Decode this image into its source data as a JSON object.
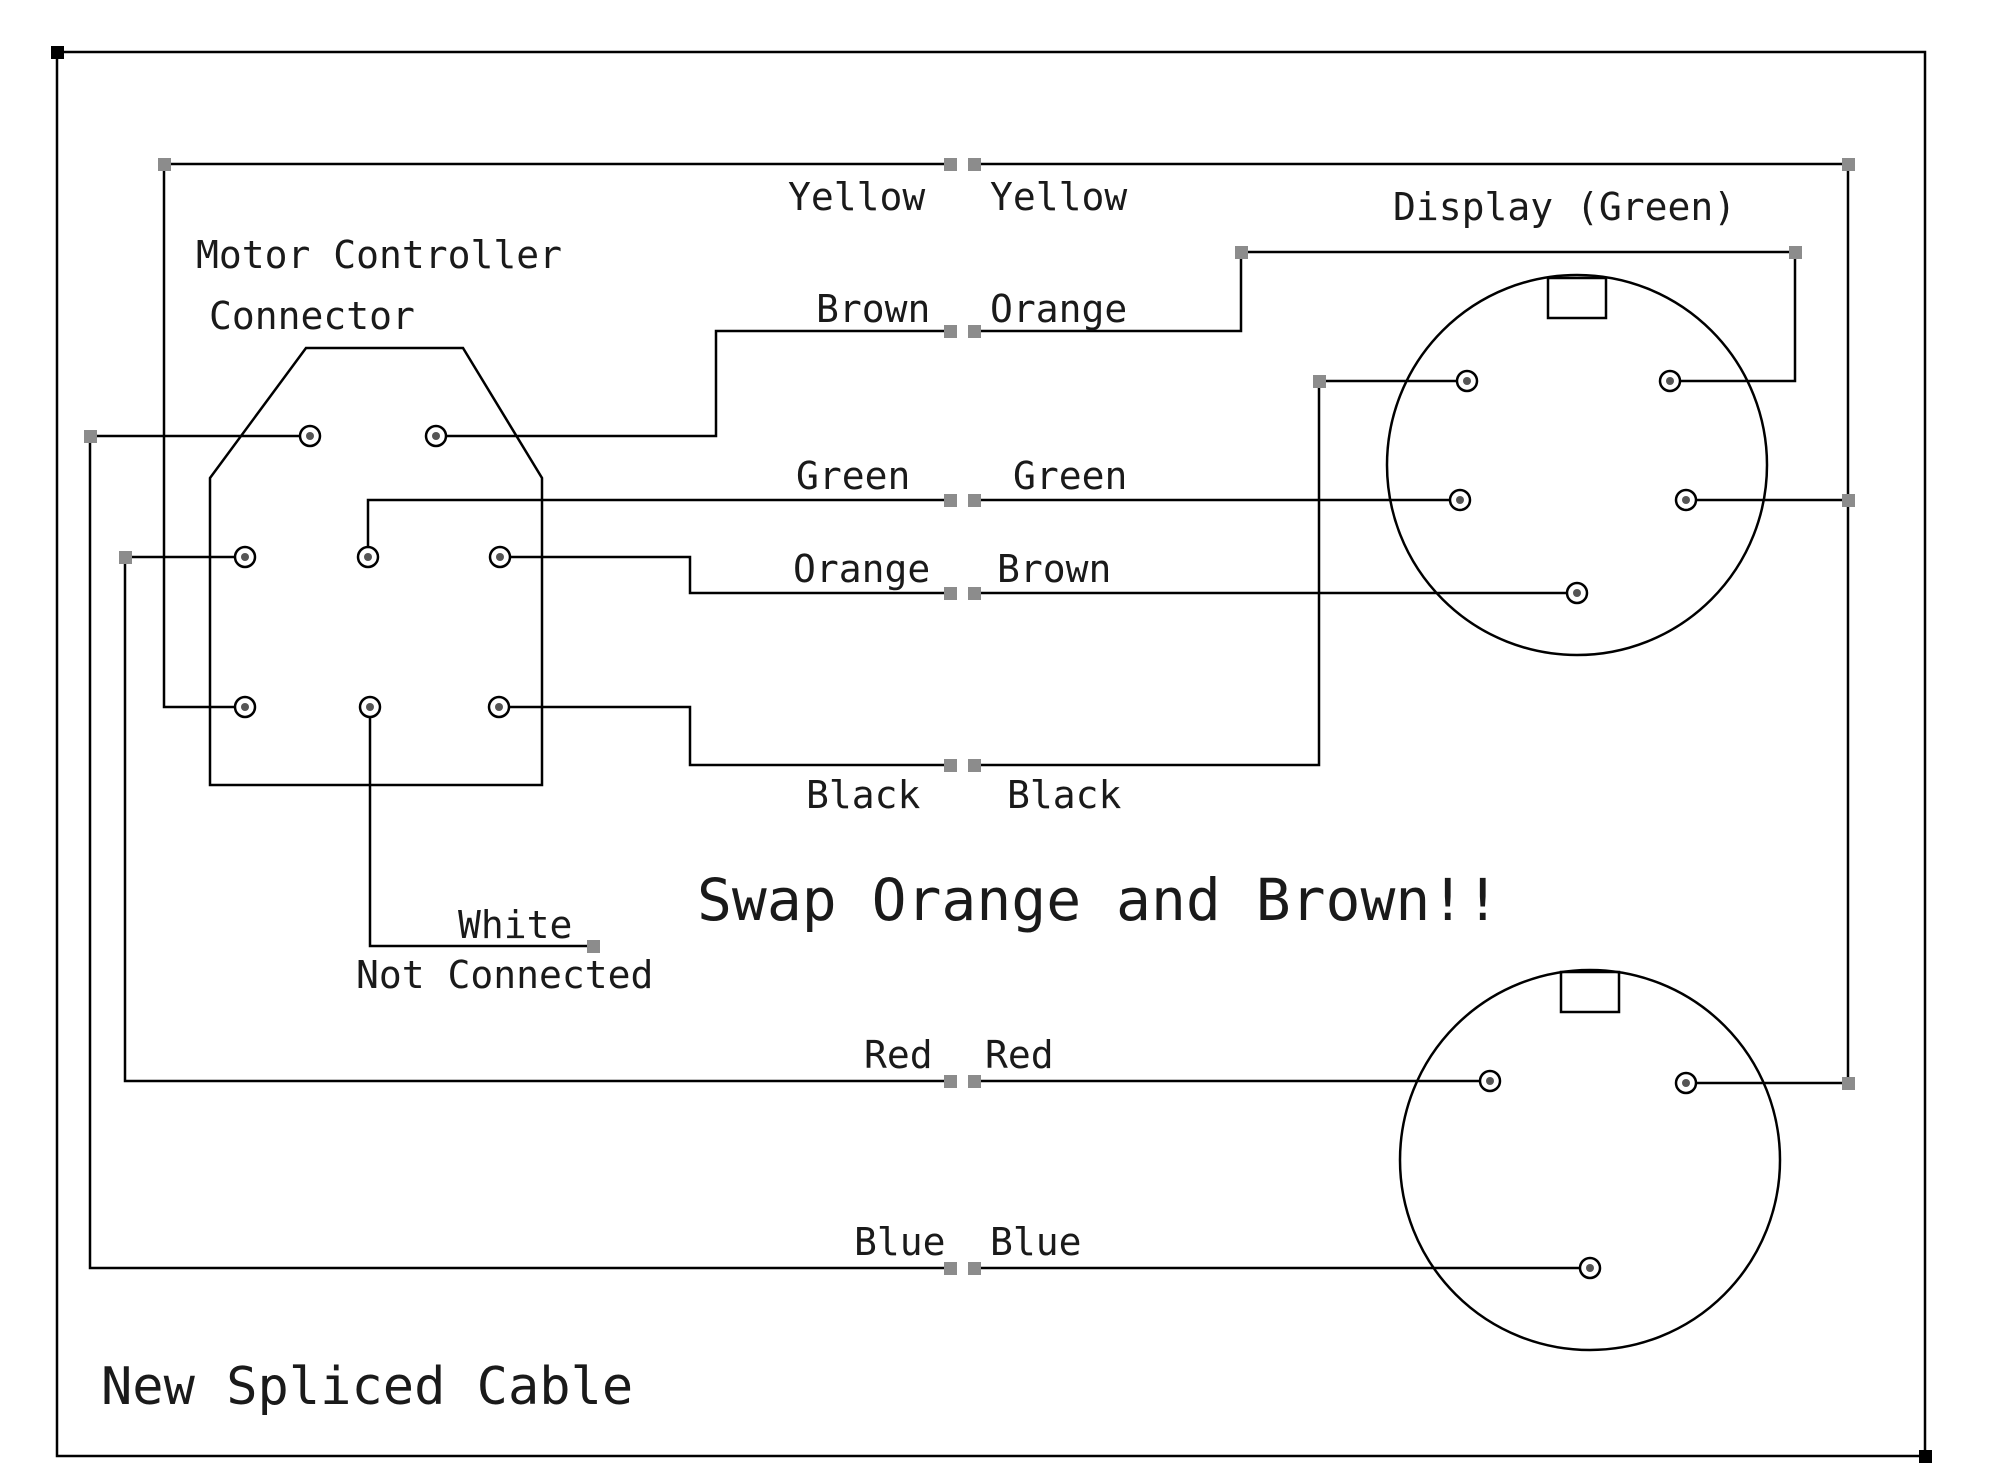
{
  "diagram": {
    "background": "#ffffff",
    "line_color": "#000000",
    "node_color": "#8c8c8c",
    "title": "New Spliced Cable",
    "annotation": "Swap Orange and Brown!!",
    "motor_connector": {
      "label_line1": "Motor Controller",
      "label_line2": "Connector"
    },
    "display_connector": {
      "label": "Display (Green)"
    },
    "unconnected_wire": {
      "note_line1": "White",
      "note_line2": "Not Connected"
    },
    "wires": [
      {
        "left_label": "Yellow",
        "right_label": "Yellow"
      },
      {
        "left_label": "Brown",
        "right_label": "Orange"
      },
      {
        "left_label": "Green",
        "right_label": "Green"
      },
      {
        "left_label": "Orange",
        "right_label": "Brown"
      },
      {
        "left_label": "Black",
        "right_label": "Black"
      },
      {
        "left_label": "Red",
        "right_label": "Red"
      },
      {
        "left_label": "Blue",
        "right_label": "Blue"
      }
    ]
  }
}
